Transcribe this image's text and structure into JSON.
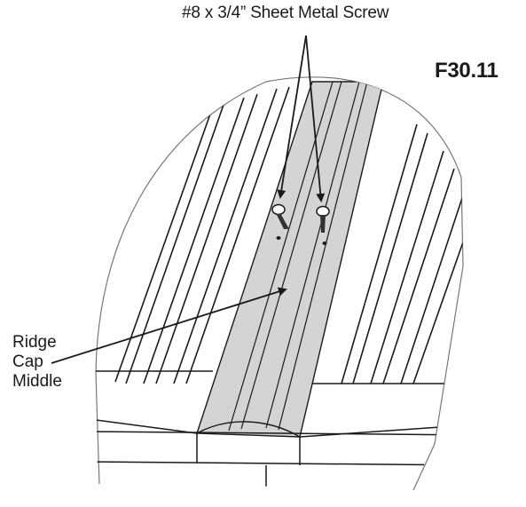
{
  "labels": {
    "screw_callout": "#8 x 3/4” Sheet Metal Screw",
    "figure_id": "F30.11",
    "ridge_cap": [
      "Ridge",
      "Cap",
      "Middle"
    ]
  },
  "colors": {
    "line": "#1a1a1a",
    "ridge_cap_fill": "#d4d4d4",
    "outline": "#444444",
    "background": "#ffffff"
  }
}
